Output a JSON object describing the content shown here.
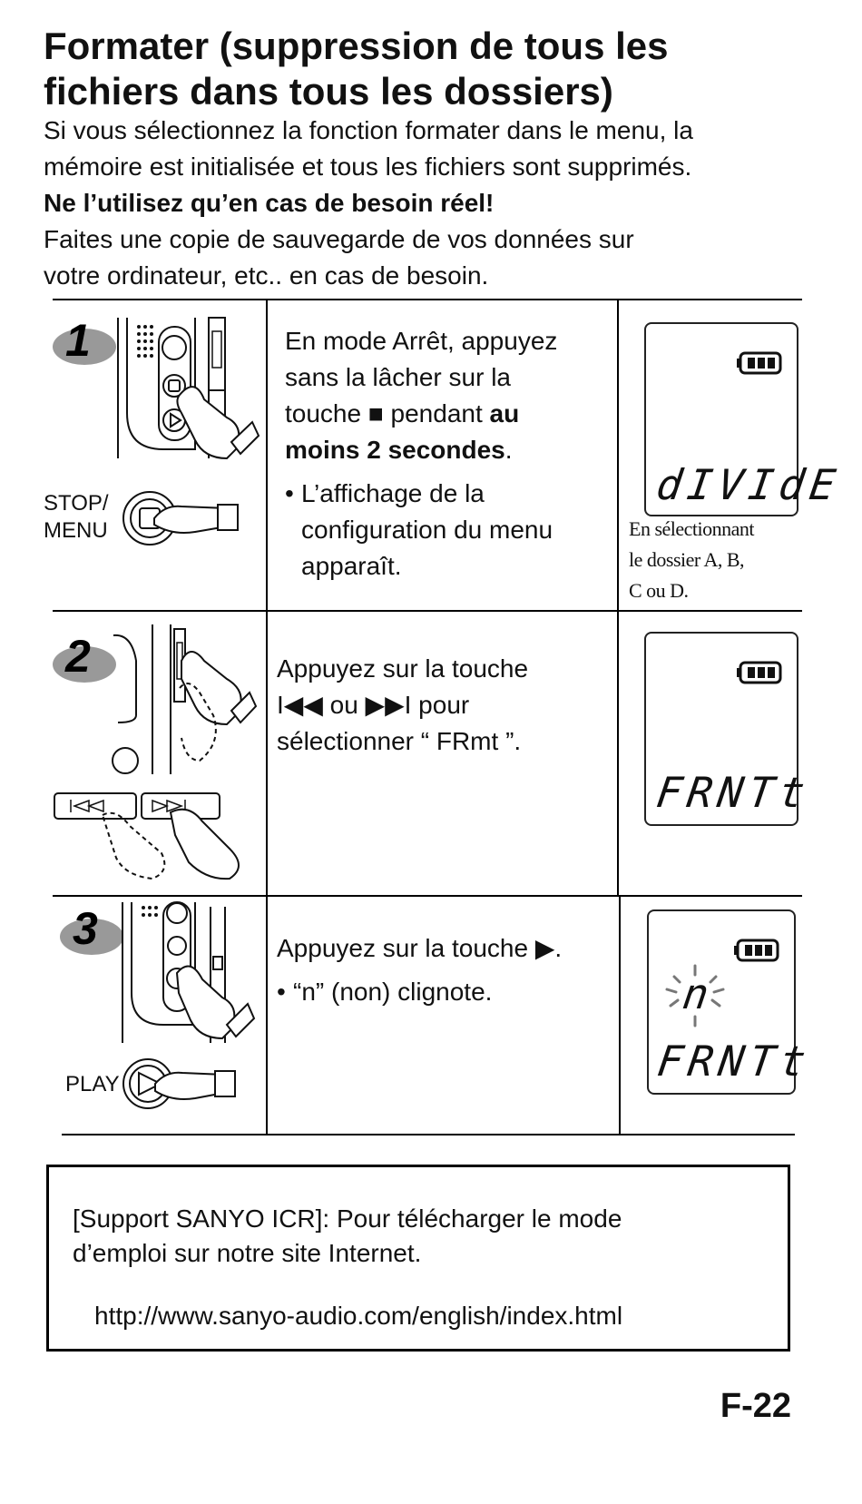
{
  "header": {
    "title_line1": "Formater (suppression de tous les",
    "title_line2": "fichiers dans tous les dossiers)"
  },
  "intro": {
    "line1": "Si vous sélectionnez la fonction formater dans le menu, la",
    "line2": "mémoire est initialisée et tous les fichiers sont supprimés.",
    "warning": "Ne l’utilisez qu’en cas de besoin réel!",
    "line3": "Faites une copie de sauvegarde de vos données sur",
    "line4": "votre ordinateur, etc.. en cas de besoin."
  },
  "steps": [
    {
      "number": "1",
      "button_label_1": "STOP/",
      "button_label_2": "MENU",
      "text_a": "En mode Arrêt, appuyez",
      "text_b": "sans la lâcher sur la",
      "text_c_pre": "touche ■ pendant ",
      "text_c_bold": "au",
      "text_d_bold": "moins 2 secondes",
      "text_d_post": ".",
      "bullet_1": "L’affichage de la",
      "bullet_2": "configuration du menu",
      "bullet_3": "apparaît.",
      "display": "dIVIdE",
      "caption_1": "En sélectionnant",
      "caption_2": "le dossier A, B,",
      "caption_3": "C ou D."
    },
    {
      "number": "2",
      "text_a": "Appuyez sur la touche",
      "text_b": "I◀◀ ou ▶▶I pour",
      "text_c": "sélectionner “ FRmt ”.",
      "display": "FRNTt"
    },
    {
      "number": "3",
      "button_label": "PLAY",
      "text_a": "Appuyez sur la touche ▶.",
      "bullet": "“n” (non) clignote.",
      "display_top": "n",
      "display": "FRNTt"
    }
  ],
  "support": {
    "line1": "[Support SANYO ICR]: Pour télécharger le mode",
    "line2": "d’emploi sur notre site Internet.",
    "url": "http://www.sanyo-audio.com/english/index.html"
  },
  "page_number": "F-22"
}
